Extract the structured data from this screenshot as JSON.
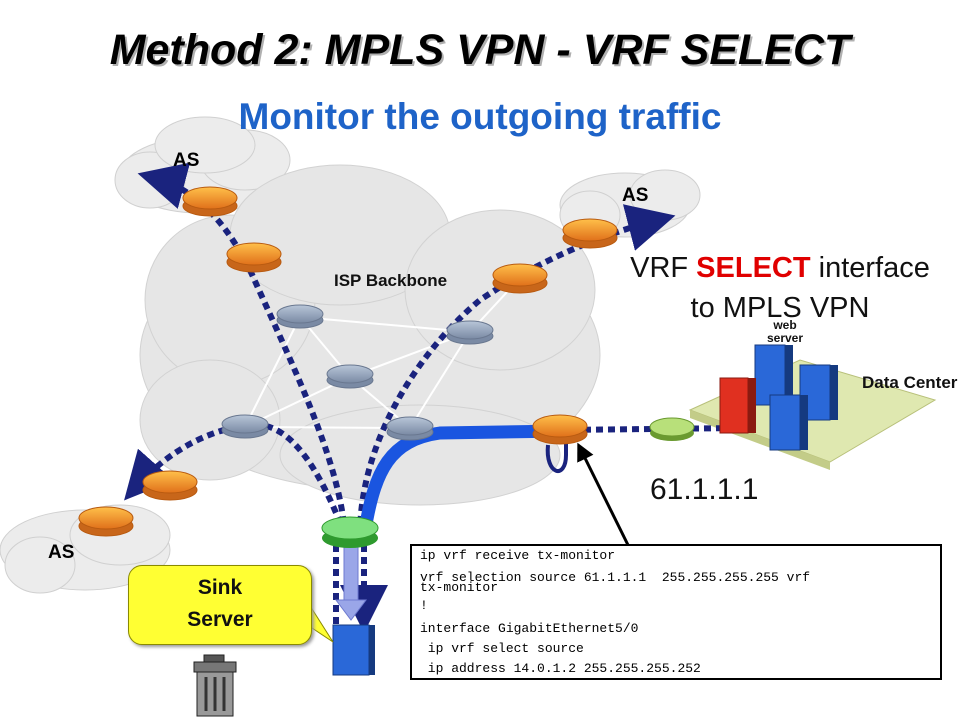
{
  "title": "Method 2: MPLS VPN - VRF SELECT",
  "subtitle": "Monitor the outgoing traffic",
  "clouds": {
    "as_top_left": "AS",
    "as_top_right": "AS",
    "as_bottom_left": "AS",
    "isp_backbone": "ISP Backbone"
  },
  "vrf_caption": {
    "prefix": "VRF ",
    "highlight": "SELECT",
    "suffix": " interface",
    "line2": "to MPLS VPN"
  },
  "ip_address": "61.1.1.1",
  "data_center": {
    "label": "Data Center",
    "web_server": "web server"
  },
  "sink_server": {
    "line1": "Sink",
    "line2": "Server"
  },
  "config_lines": [
    "ip vrf receive tx-monitor",
    "vrf selection source 61.1.1.1  255.255.255.255 vrf",
    "tx-monitor",
    "!",
    "interface GigabitEthernet5/0",
    " ip vrf select source",
    " ip address 14.0.1.2 255.255.255.252"
  ],
  "colors": {
    "title_shadow": "#b0b0b0",
    "subtitle": "#1e63c8",
    "highlight": "#e00000",
    "dotted_path": "#1a237e",
    "solid_path": "#1a55e0",
    "router_orange": "#f29a1f",
    "sink_box": "#ffff33"
  }
}
